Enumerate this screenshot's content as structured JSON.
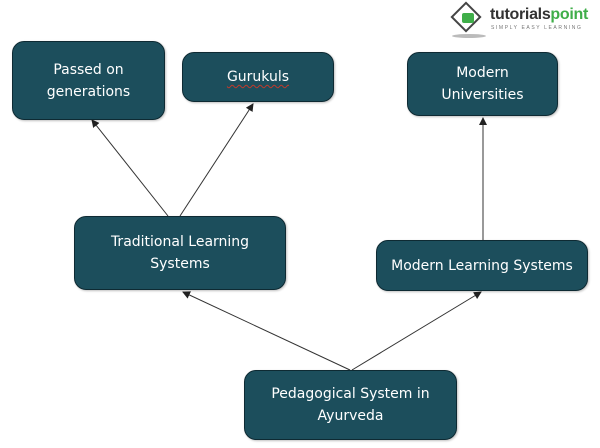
{
  "logo": {
    "name_part1": "tutorials",
    "name_part2": "point",
    "tagline": "SIMPLY EASY LEARNING",
    "icon": "book-check-diamond-icon",
    "accent_color": "#3fae49"
  },
  "diagram": {
    "node_color": "#1c4e5c",
    "text_color": "#ffffff",
    "edge_color": "#333333",
    "nodes": {
      "passed": {
        "line1": "Passed on",
        "line2": "generations"
      },
      "gurukuls": {
        "line1": "Gurukuls"
      },
      "moduni": {
        "line1": "Modern",
        "line2": "Universities"
      },
      "trad": {
        "line1": "Traditional Learning",
        "line2": "Systems"
      },
      "modls": {
        "line1": "Modern Learning Systems"
      },
      "peda": {
        "line1": "Pedagogical System in",
        "line2": "Ayurveda"
      }
    },
    "edges": [
      {
        "from": "Pedagogical System in Ayurveda",
        "to": "Traditional Learning Systems"
      },
      {
        "from": "Pedagogical System in Ayurveda",
        "to": "Modern Learning Systems"
      },
      {
        "from": "Traditional Learning Systems",
        "to": "Passed on generations"
      },
      {
        "from": "Traditional Learning Systems",
        "to": "Gurukuls"
      },
      {
        "from": "Modern Learning Systems",
        "to": "Modern Universities"
      }
    ]
  }
}
